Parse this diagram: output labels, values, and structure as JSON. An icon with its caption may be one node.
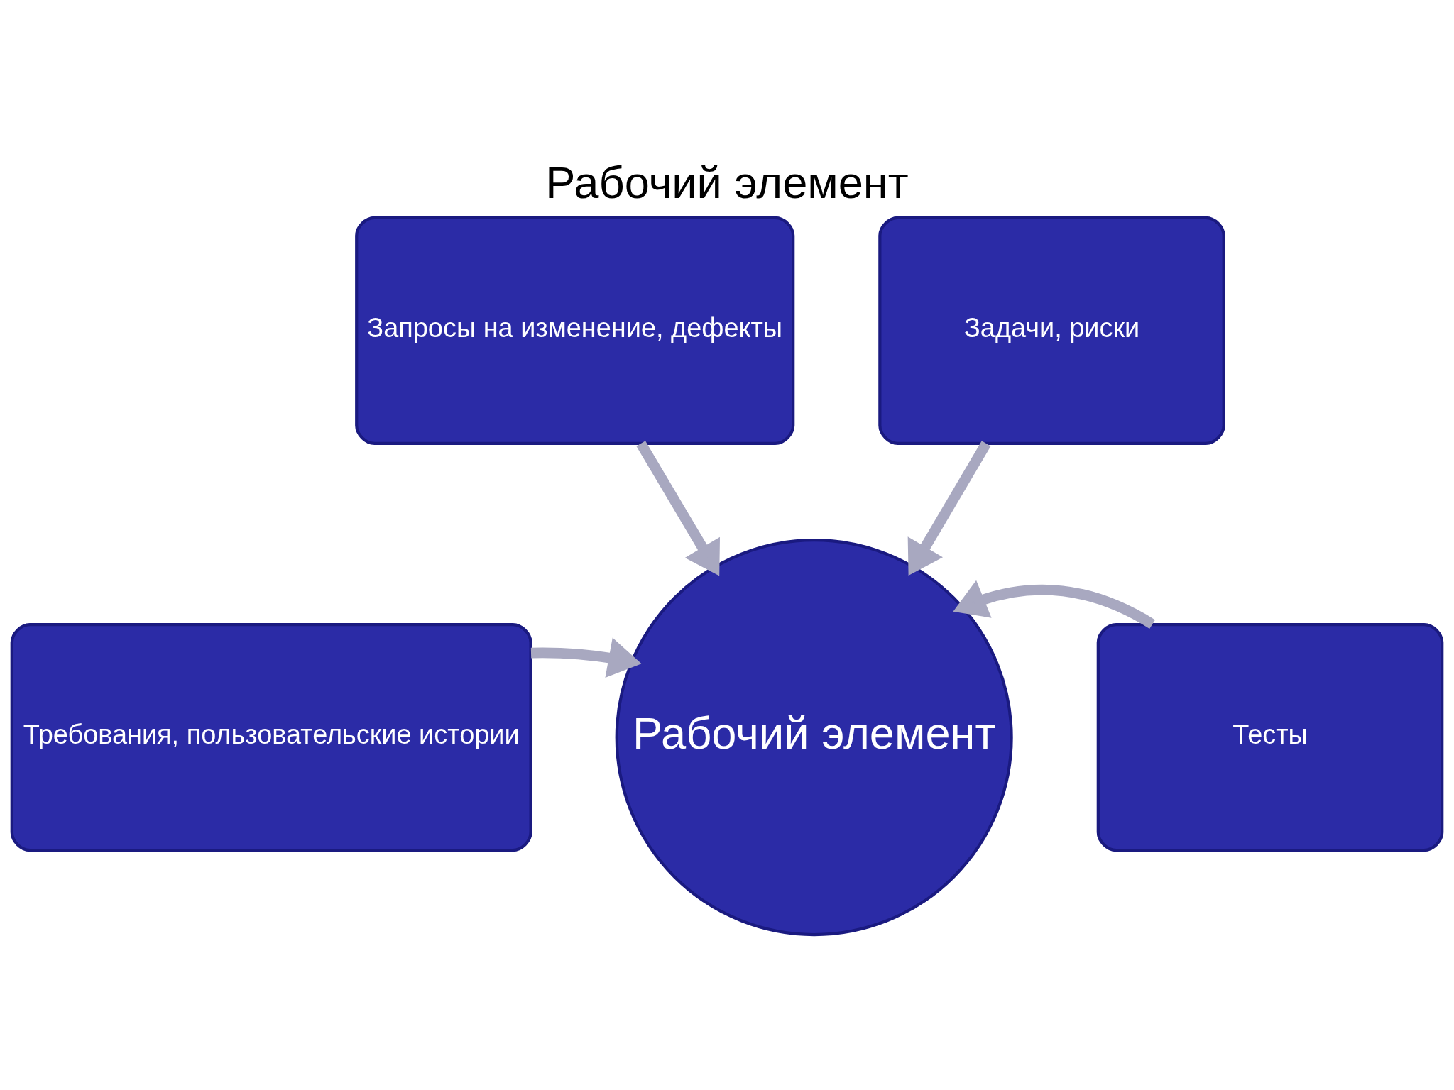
{
  "diagram": {
    "title": "Рабочий элемент",
    "nodes": [
      {
        "text": [
          "Запросы на изменение, дефекты"
        ]
      },
      {
        "text": [
          "Задачи, риски"
        ]
      },
      {
        "text": [
          "Требования, пользовательские истории"
        ]
      },
      {
        "text": [
          "Тесты"
        ]
      },
      {
        "text": [
          "Рабочий элемент"
        ]
      }
    ],
    "edges": [
      {
        "from": 0,
        "to": 4,
        "arrow": "to"
      },
      {
        "from": 1,
        "to": 4,
        "arrow": "to"
      },
      {
        "from": 2,
        "to": 4,
        "arrow": "to"
      },
      {
        "from": 3,
        "to": 4,
        "arrow": "to"
      }
    ]
  }
}
